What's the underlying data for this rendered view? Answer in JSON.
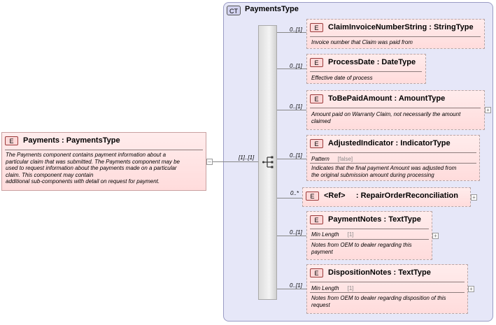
{
  "root": {
    "badge": "E",
    "title": "Payments : PaymentsType",
    "doc": "The Payments component contains payment information about a particular claim that was submitted. The Payments component may be used to request information about the payments made on a particular claim.  This component may contain additional sub-components with detail on request for payment.",
    "doc_lines": [
      "The Payments component contains payment information about a",
      "particular claim that was submitted. The Payments component may be",
      "used to request information about the payments made on a particular",
      "claim.  This component may contain",
      "additional sub-components with detail on request for payment."
    ],
    "multiplicity": "[1]..[1]",
    "expander": "–"
  },
  "complex_type": {
    "badge": "CT",
    "title": "PaymentsType"
  },
  "children": [
    {
      "badge": "E",
      "title": "ClaimInvoiceNumberString : StringType",
      "multiplicity": "0..[1]",
      "facet_label": "",
      "facet_value": "",
      "doc_lines": [
        "Invoice number that Claim was paid from"
      ],
      "expander": ""
    },
    {
      "badge": "E",
      "title": "ProcessDate : DateType",
      "multiplicity": "0..[1]",
      "facet_label": "",
      "facet_value": "",
      "doc_lines": [
        "Effective date of process"
      ],
      "expander": ""
    },
    {
      "badge": "E",
      "title": "ToBePaidAmount : AmountType",
      "multiplicity": "0..[1]",
      "facet_label": "",
      "facet_value": "",
      "doc_lines": [
        "Amount paid on Warranty Claim, not necessarily the amount",
        "claimed"
      ],
      "expander": "+"
    },
    {
      "badge": "E",
      "title": "AdjustedIndicator : IndicatorType",
      "multiplicity": "0..[1]",
      "facet_label": "Pattern",
      "facet_value": "[false]",
      "doc_lines": [
        "Indicates that the final payment Amount was adjusted from",
        "the original submission amount during processing"
      ],
      "expander": ""
    },
    {
      "badge": "E",
      "title": "<Ref>     : RepairOrderReconciliation",
      "multiplicity": "0..*",
      "facet_label": "",
      "facet_value": "",
      "doc_lines": [],
      "expander": "+"
    },
    {
      "badge": "E",
      "title": "PaymentNotes : TextType",
      "multiplicity": "0..[1]",
      "facet_label": "Min Length",
      "facet_value": "[1]",
      "doc_lines": [
        "Notes from OEM to dealer regarding this",
        "payment"
      ],
      "expander": "+"
    },
    {
      "badge": "E",
      "title": "DispositionNotes : TextType",
      "multiplicity": "0..[1]",
      "facet_label": "Min Length",
      "facet_value": "[1]",
      "doc_lines": [
        "Notes from OEM to dealer regarding disposition of this",
        "request"
      ],
      "expander": "+"
    }
  ]
}
